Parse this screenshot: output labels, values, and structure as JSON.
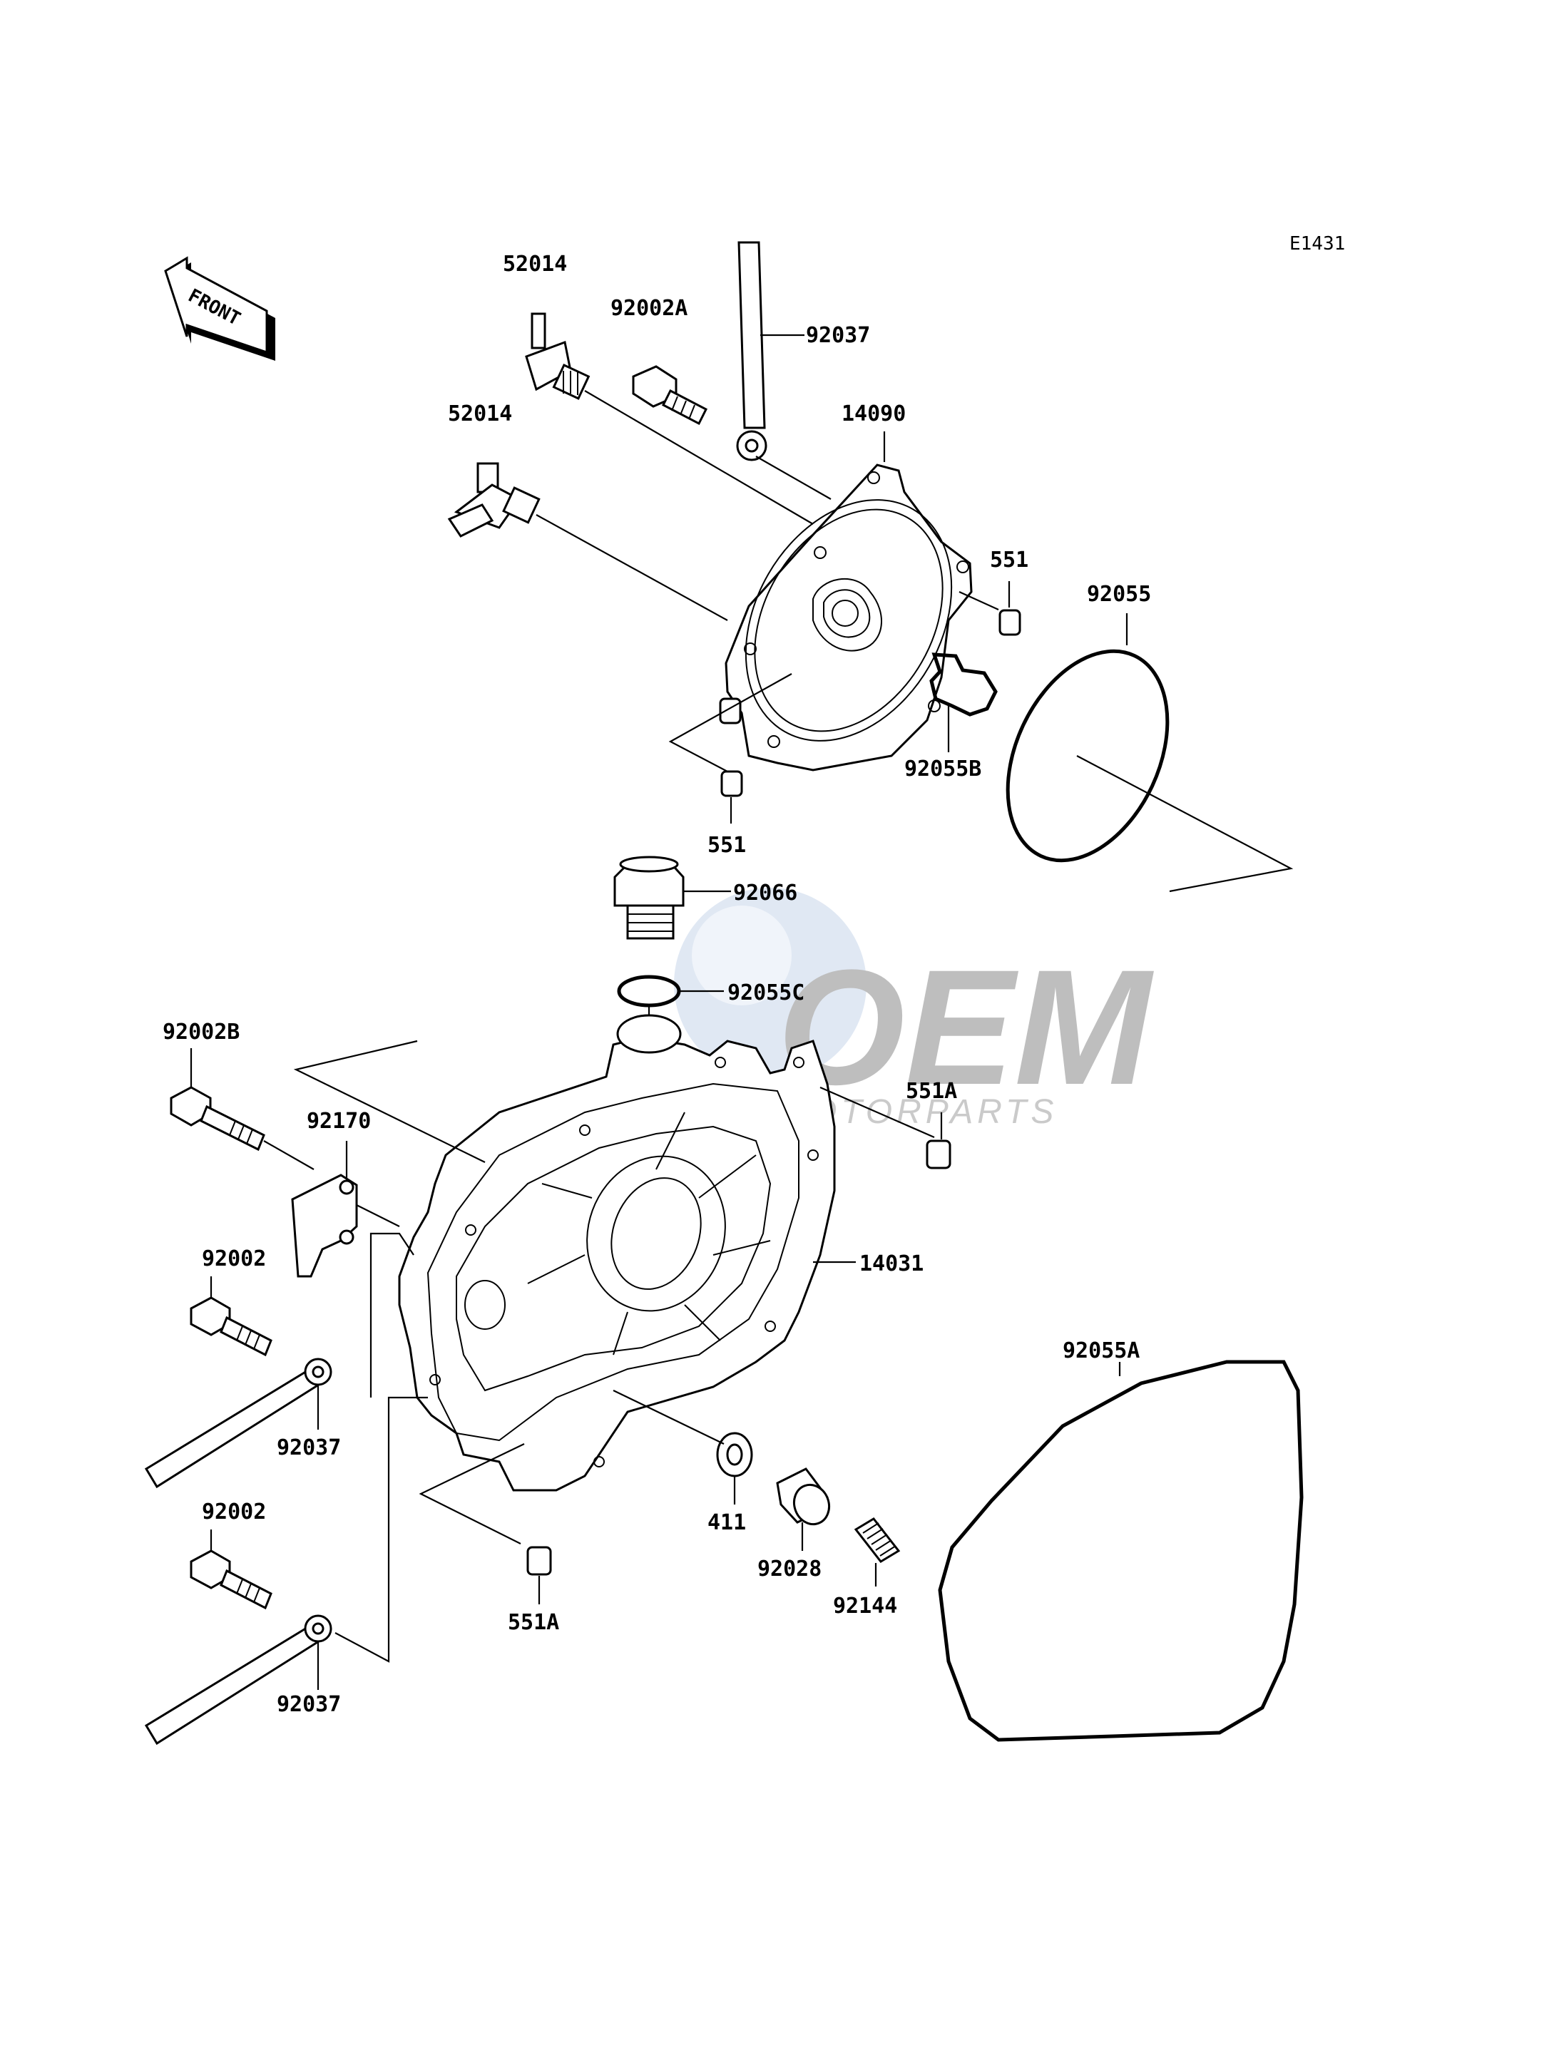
{
  "diagram_code": "E1431",
  "front_label": "FRONT",
  "watermark": {
    "main": "OEM",
    "sub": "MOTORPARTS"
  },
  "labels": {
    "p52014_top": "52014",
    "p52014_mid": "52014",
    "p92002A": "92002A",
    "p92037_top": "92037",
    "p14090": "14090",
    "p551_right": "551",
    "p92055": "92055",
    "p92055B": "92055B",
    "p551_bottom": "551",
    "p92066": "92066",
    "p92055C": "92055C",
    "p92002B": "92002B",
    "p551A_top": "551A",
    "p92170": "92170",
    "p14031": "14031",
    "p92002_a": "92002",
    "p92037_mid": "92037",
    "p92055A": "92055A",
    "p92002_b": "92002",
    "p411": "411",
    "p92028": "92028",
    "p92144": "92144",
    "p551A_bottom": "551A",
    "p92037_bottom": "92037"
  }
}
